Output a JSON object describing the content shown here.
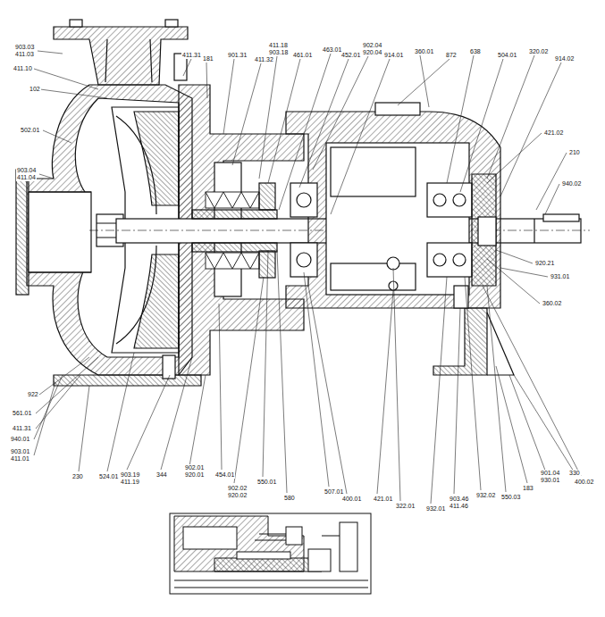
{
  "diagram": {
    "labels": [
      "903.03",
      "411.03",
      "411.10",
      "102",
      "502.01",
      "903.04",
      "411.04",
      "411.31",
      "181",
      "901.31",
      "411.18",
      "903.18",
      "411.32",
      "461.01",
      "463.01",
      "452.01",
      "902.04",
      "920.04",
      "914.01",
      "360.01",
      "872",
      "638",
      "504.01",
      "320.02",
      "914.02",
      "421.02",
      "210",
      "940.02",
      "920.21",
      "931.01",
      "360.02",
      "922",
      "561.01",
      "411.31",
      "940.01",
      "903.01",
      "411.01",
      "230",
      "524.01",
      "903.19",
      "411.19",
      "344",
      "902.01",
      "920.01",
      "454.01",
      "902.02",
      "920.02",
      "550.01",
      "580",
      "507.01",
      "400.01",
      "421.01",
      "322.01",
      "932.01",
      "903.46",
      "411.46",
      "932.02",
      "550.03",
      "183",
      "901.04",
      "930.01",
      "330",
      "400.02"
    ]
  }
}
